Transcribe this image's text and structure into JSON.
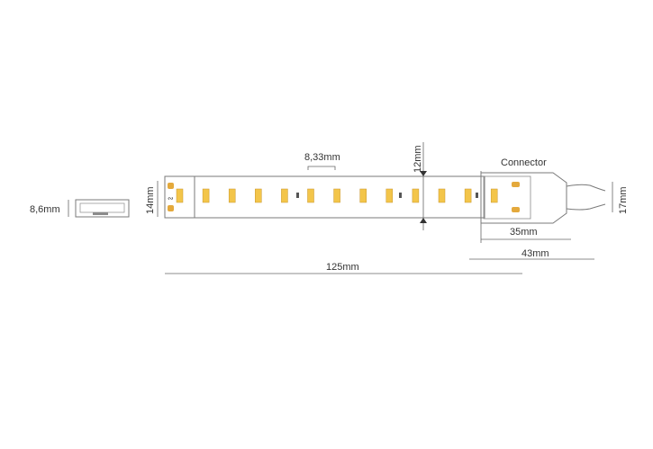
{
  "labels": {
    "profile_height": "8,6mm",
    "strip_width": "14mm",
    "led_pitch": "8,33mm",
    "cut_section": "12mm",
    "connector_title": "Connector",
    "connector_width": "17mm",
    "connector_length_a": "35mm",
    "connector_length_b": "43mm",
    "strip_length": "125mm"
  },
  "colors": {
    "led": "#f3c54a",
    "pad": "#e4a93c",
    "outline": "#7a7a7a",
    "dimension": "#666666",
    "text": "#333333"
  },
  "strip": {
    "led_count": 13
  }
}
